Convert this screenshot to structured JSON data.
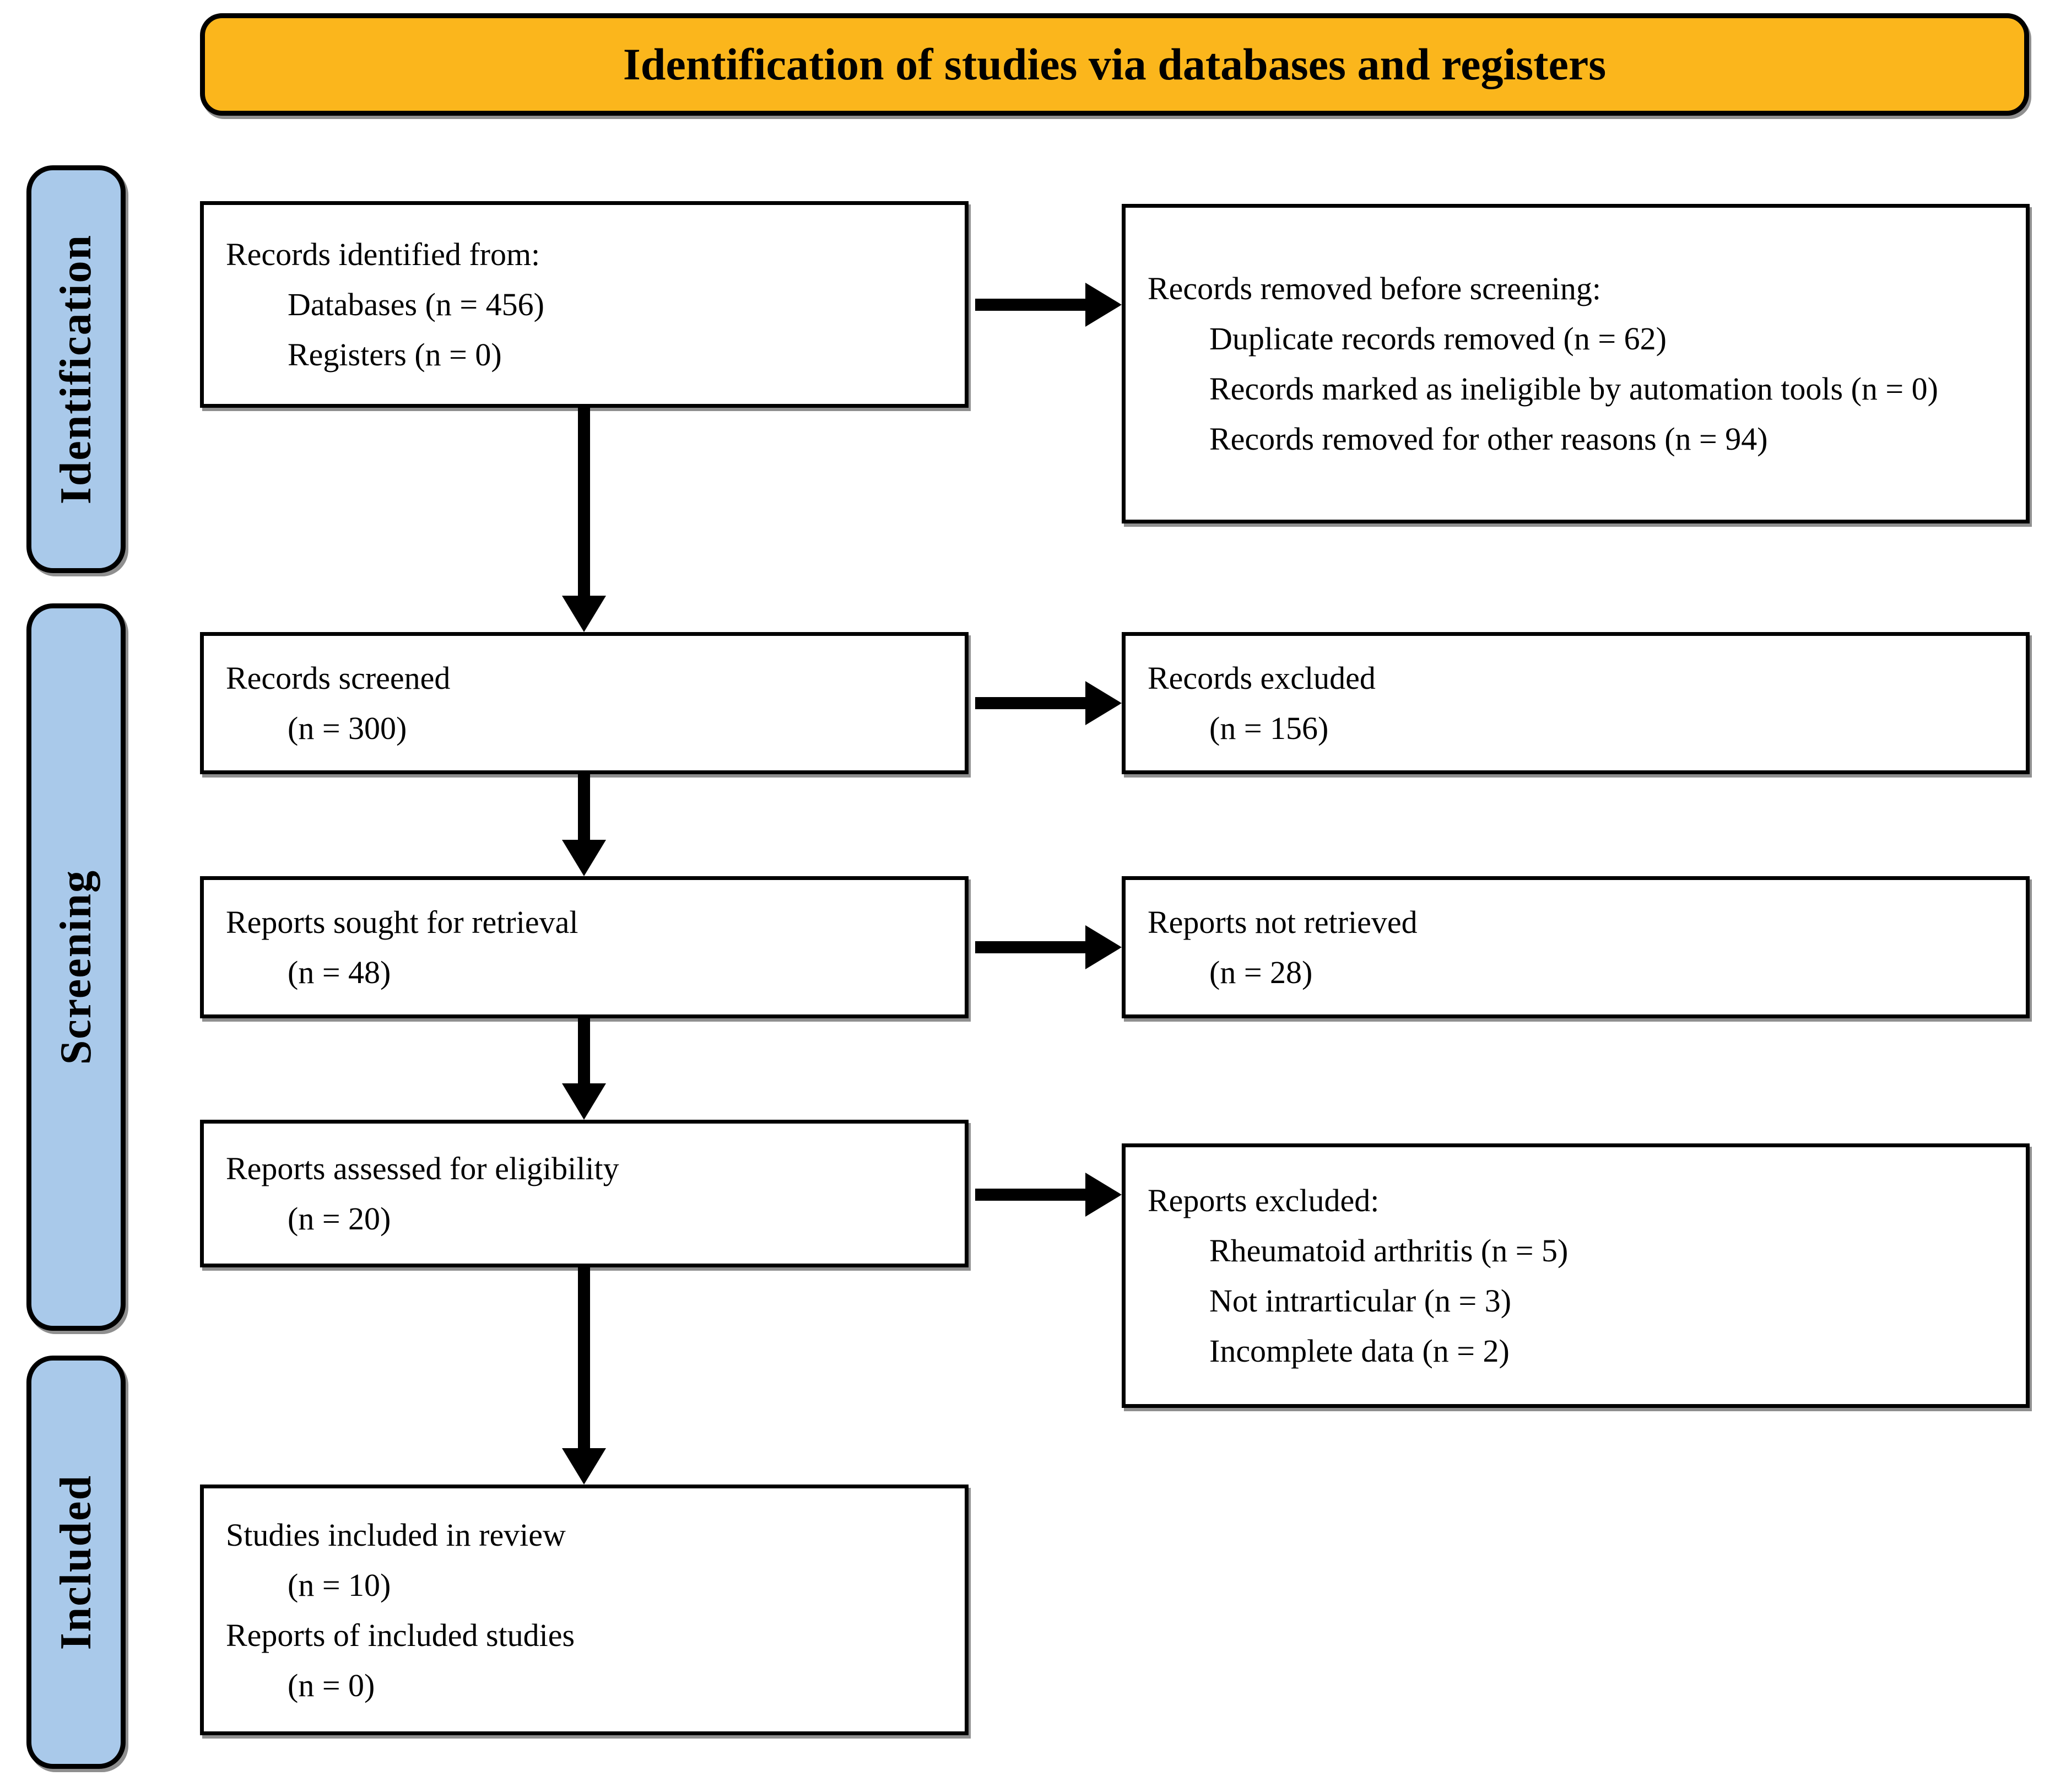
{
  "header": {
    "title": "Identification of studies via databases and registers"
  },
  "colors": {
    "header_bg": "#FBB61C",
    "stage_bg": "#A9C9EA",
    "box_bg": "#FFFFFF",
    "line_color": "#000000"
  },
  "stages": [
    {
      "label": "Identification"
    },
    {
      "label": "Screening"
    },
    {
      "label": "Included"
    }
  ],
  "boxes": {
    "records_identified": {
      "lines": [
        "Records identified from:",
        "Databases (n = 456)",
        "Registers (n = 0)"
      ]
    },
    "records_removed": {
      "lines": [
        "Records removed before screening:",
        "Duplicate records removed (n = 62)",
        "Records marked as ineligible by automation tools (n = 0)",
        "Records removed for other reasons (n = 94)"
      ]
    },
    "records_screened": {
      "lines": [
        "Records screened",
        "(n = 300)"
      ]
    },
    "records_excluded": {
      "lines": [
        "Records excluded",
        "(n = 156)"
      ]
    },
    "reports_sought": {
      "lines": [
        "Reports sought for retrieval",
        "(n = 48)"
      ]
    },
    "reports_not_retrieved": {
      "lines": [
        "Reports not retrieved",
        "(n = 28)"
      ]
    },
    "reports_assessed": {
      "lines": [
        "Reports assessed for eligibility",
        "(n = 20)"
      ]
    },
    "reports_excluded": {
      "lines": [
        "Reports excluded:",
        "Rheumatoid arthritis (n = 5)",
        "Not intrarticular (n = 3)",
        "Incomplete data (n = 2)"
      ]
    },
    "studies_included": {
      "lines": [
        "Studies included in review",
        "(n = 10)",
        "Reports of included studies",
        "(n = 0)"
      ]
    }
  }
}
